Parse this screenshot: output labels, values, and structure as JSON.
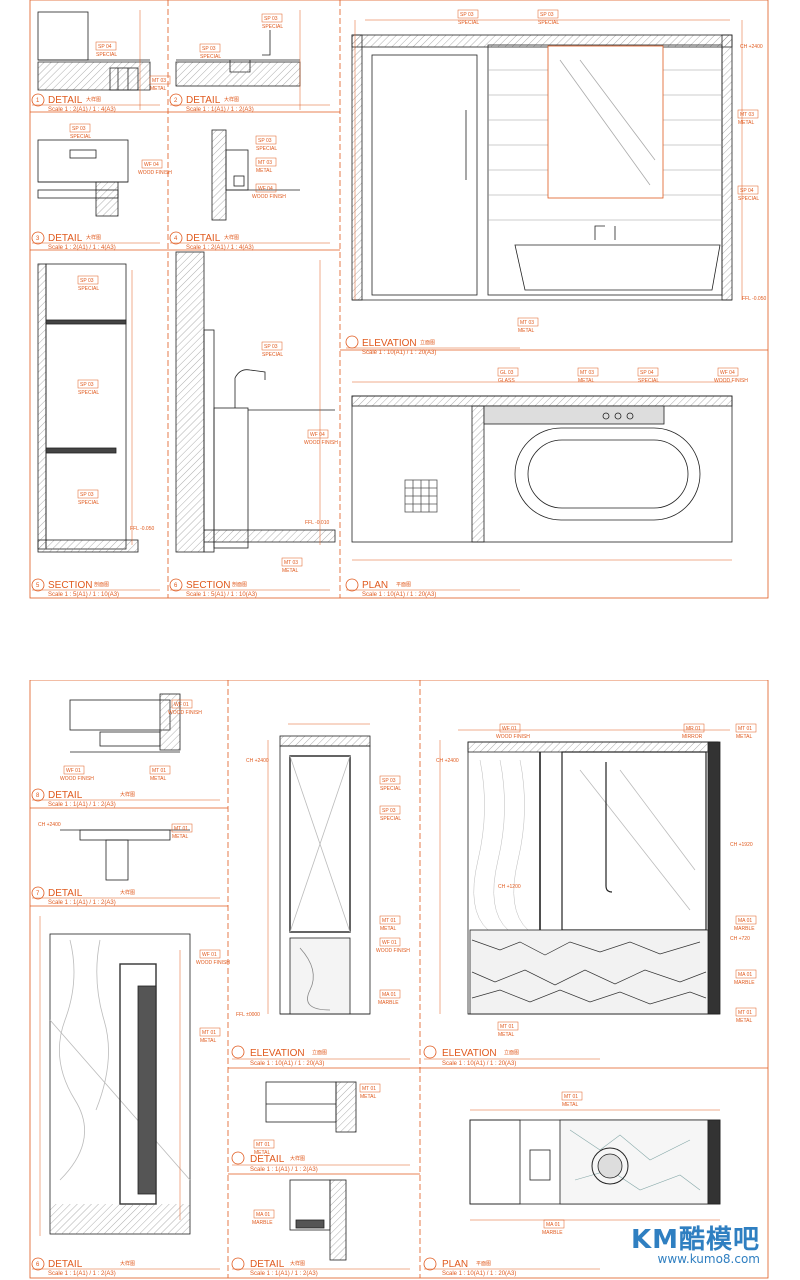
{
  "colors": {
    "accent": "#e05a1e",
    "line": "#222222",
    "dim": "#e05a1e"
  },
  "sheet_top": {
    "panels": [
      {
        "id": "t1",
        "type": "DETAIL",
        "scale": "Scale 1 : 2(A1) / 1 : 4(A3)",
        "num": "1",
        "cn": "大样图"
      },
      {
        "id": "t2",
        "type": "DETAIL",
        "scale": "Scale 1 : 1(A1) / 1 : 2(A3)",
        "num": "2",
        "cn": "大样图"
      },
      {
        "id": "t3",
        "type": "DETAIL",
        "scale": "Scale 1 : 2(A1) / 1 : 4(A3)",
        "num": "3",
        "cn": "大样图"
      },
      {
        "id": "t4",
        "type": "DETAIL",
        "scale": "Scale 1 : 2(A1) / 1 : 4(A3)",
        "num": "4",
        "cn": "大样图"
      },
      {
        "id": "t5",
        "type": "SECTION",
        "scale": "Scale 1 : 5(A1) / 1 : 10(A3)",
        "num": "5",
        "cn": "剖面图"
      },
      {
        "id": "t6",
        "type": "SECTION",
        "scale": "Scale 1 : 5(A1) / 1 : 10(A3)",
        "num": "6",
        "cn": "剖面图"
      },
      {
        "id": "t7",
        "type": "ELEVATION",
        "scale": "Scale 1 : 10(A1) / 1 : 20(A3)",
        "num": "",
        "cn": "立面图"
      },
      {
        "id": "t8",
        "type": "PLAN",
        "scale": "Scale 1 : 10(A1) / 1 : 20(A3)",
        "num": "",
        "cn": "平面图"
      }
    ],
    "tags": {
      "sp03": "SP 03",
      "sp04": "SP 04",
      "special": "SPECIAL",
      "mt03": "MT 03",
      "metal": "METAL",
      "wf04": "WF 04",
      "wood": "WOOD FINISH",
      "gl03": "GL 03",
      "glass": "GLASS",
      "ch": "CH +2400",
      "ffl1": "FFL -0.050",
      "ffl2": "FFL -0.010"
    }
  },
  "sheet_bottom": {
    "panels": [
      {
        "id": "b1",
        "type": "DETAIL",
        "scale": "Scale 1 : 1(A1) / 1 : 2(A3)",
        "num": "8",
        "cn": "大样图"
      },
      {
        "id": "b2",
        "type": "DETAIL",
        "scale": "Scale 1 : 1(A1) / 1 : 2(A3)",
        "num": "7",
        "cn": "大样图"
      },
      {
        "id": "b3",
        "type": "DETAIL",
        "scale": "Scale 1 : 1(A1) / 1 : 2(A3)",
        "num": "6",
        "cn": "大样图"
      },
      {
        "id": "b4",
        "type": "ELEVATION",
        "scale": "Scale 1 : 10(A1) / 1 : 20(A3)",
        "num": "",
        "cn": "立面图"
      },
      {
        "id": "b5",
        "type": "ELEVATION",
        "scale": "Scale 1 : 10(A1) / 1 : 20(A3)",
        "num": "",
        "cn": "立面图"
      },
      {
        "id": "b6",
        "type": "DETAIL",
        "scale": "Scale 1 : 1(A1) / 1 : 2(A3)",
        "num": "",
        "cn": "大样图"
      },
      {
        "id": "b7",
        "type": "DETAIL",
        "scale": "Scale 1 : 1(A1) / 1 : 2(A3)",
        "num": "",
        "cn": "大样图"
      },
      {
        "id": "b8",
        "type": "PLAN",
        "scale": "Scale 1 : 10(A1) / 1 : 20(A3)",
        "num": "",
        "cn": "平面图"
      }
    ],
    "tags": {
      "wf01": "WF 01",
      "wood": "WOOD FINISH",
      "mt01": "MT 01",
      "metal": "METAL",
      "sp03": "SP 03",
      "special": "SPECIAL",
      "ma01": "MA 01",
      "marble": "MARBLE",
      "mr01": "MR 01",
      "mirror": "MIRROR",
      "ch": "CH +2400",
      "ch2": "CH +1200",
      "ch3": "CH +720",
      "ch4": "CH +1920",
      "ffl": "FFL ±0000"
    }
  },
  "watermark": {
    "logo": "KM酷模吧",
    "url": "www.kumo8.com"
  }
}
